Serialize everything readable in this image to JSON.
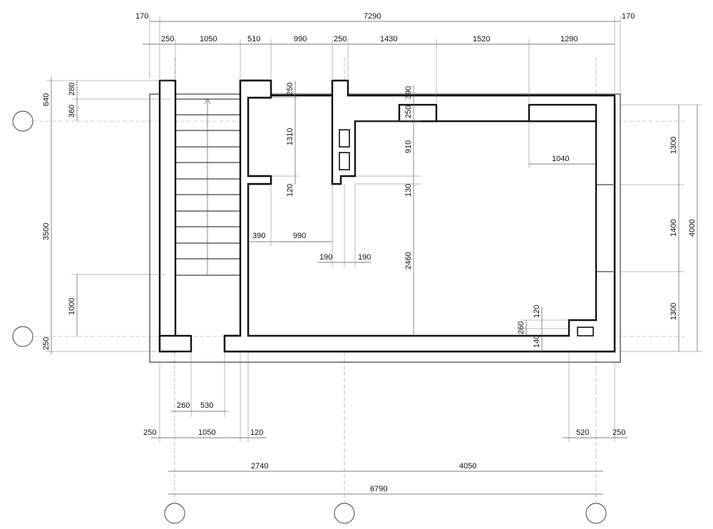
{
  "drawing": {
    "top_overall": {
      "total": "7290",
      "left_margin": "170",
      "right_margin": "170"
    },
    "top_chain": [
      "250",
      "1050",
      "510",
      "990",
      "250",
      "1430",
      "1520",
      "1290"
    ],
    "left_side": [
      "640",
      "280",
      "360",
      "250",
      "1310",
      "120",
      "3500",
      "1000",
      "250"
    ],
    "inner_vertical": [
      "390",
      "250",
      "910",
      "130",
      "2460",
      "120",
      "260",
      "140"
    ],
    "inner_horizontal": [
      "1040",
      "390",
      "990",
      "190",
      "190"
    ],
    "right_side": [
      "1300",
      "1400",
      "1300",
      "4000"
    ],
    "bottom_small": [
      "260",
      "530"
    ],
    "bottom_chain": [
      "250",
      "1050",
      "120",
      "520",
      "250"
    ],
    "bottom_axes": {
      "left_bay": "2740",
      "right_bay": "4050",
      "total": "6790"
    }
  }
}
